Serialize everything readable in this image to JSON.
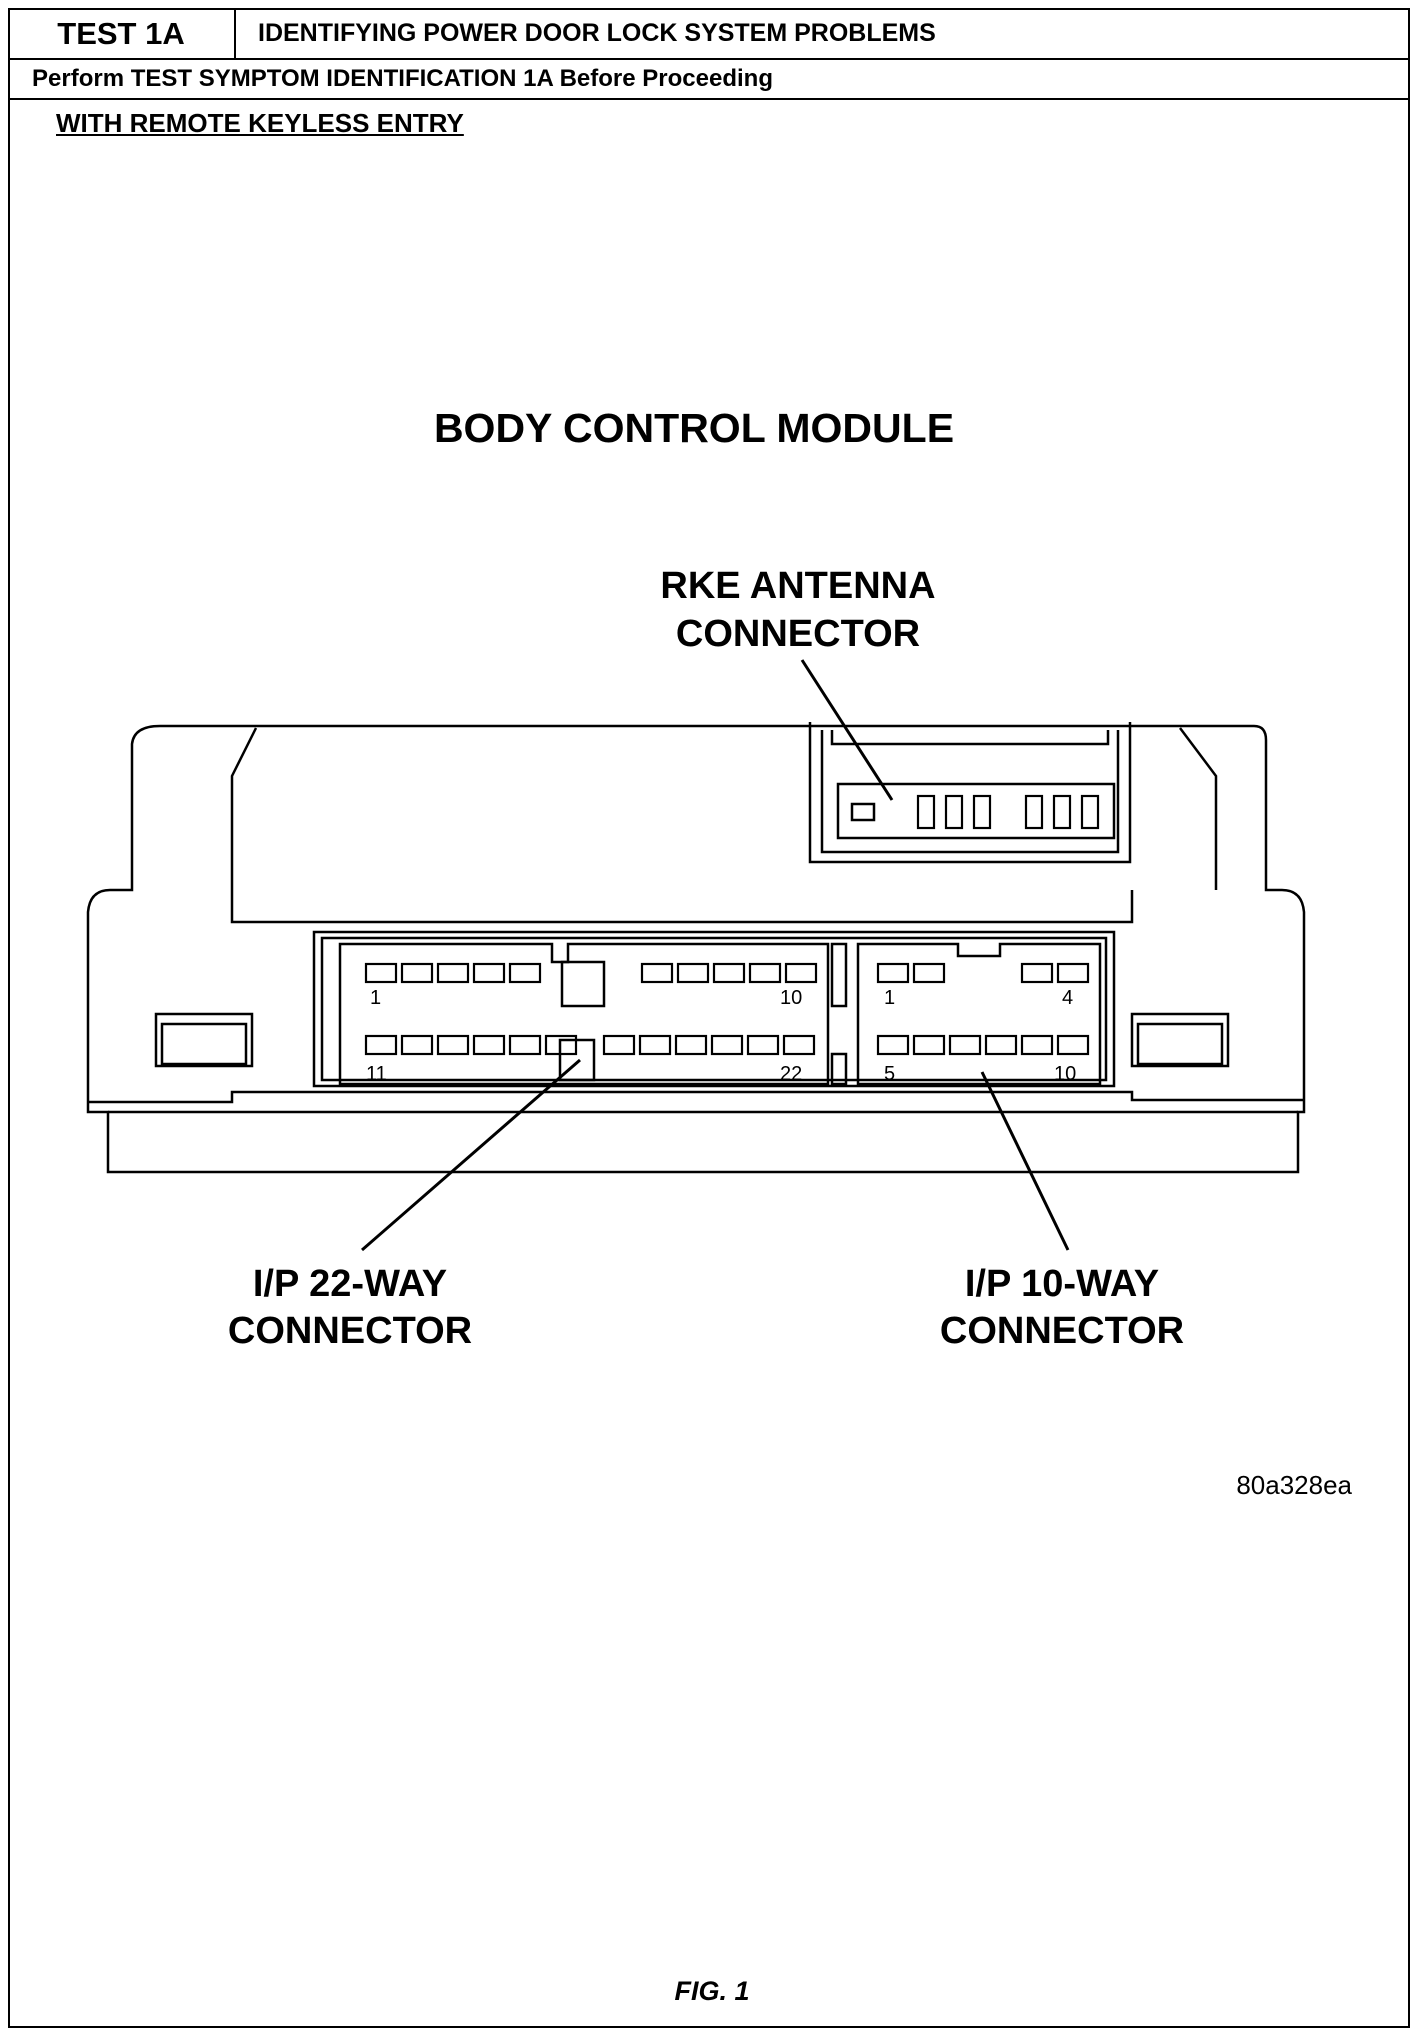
{
  "header": {
    "test_id": "TEST 1A",
    "test_title": "IDENTIFYING POWER DOOR LOCK SYSTEM PROBLEMS",
    "prerequisite": "Perform TEST SYMPTOM IDENTIFICATION 1A Before Proceeding"
  },
  "section_title": "WITH REMOTE KEYLESS ENTRY",
  "diagram": {
    "module_title": "BODY CONTROL MODULE",
    "rke_label_line1": "RKE ANTENNA",
    "rke_label_line2": "CONNECTOR",
    "ip22_label_line1": "I/P 22-WAY",
    "ip22_label_line2": "CONNECTOR",
    "ip10_label_line1": "I/P 10-WAY",
    "ip10_label_line2": "CONNECTOR",
    "ip22_pins": {
      "top_first": "1",
      "top_last": "10",
      "bottom_first": "11",
      "bottom_last": "22"
    },
    "ip10_pins": {
      "top_first": "1",
      "top_last": "4",
      "bottom_first": "5",
      "bottom_last": "10"
    },
    "image_code": "80a328ea"
  },
  "figure_caption": "FIG. 1"
}
